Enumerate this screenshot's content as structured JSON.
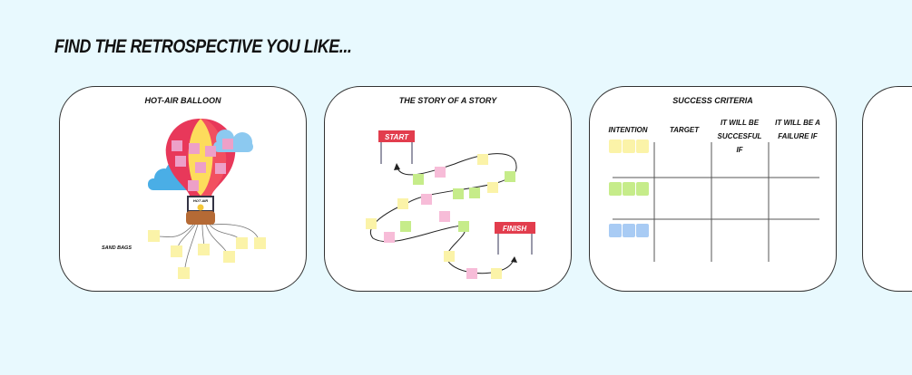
{
  "heading": "FIND THE RETROSPECTIVE YOU LIKE...",
  "cards": [
    {
      "title": "HOT-AIR BALLOON",
      "labels": {
        "basket": "HOT AIR",
        "bags": "SAND BAGS"
      }
    },
    {
      "title": "THE STORY OF A STORY",
      "labels": {
        "start": "START",
        "finish": "FINISH"
      }
    },
    {
      "title": "SUCCESS CRITERIA",
      "columns": [
        "INTENTION",
        "TARGET",
        "IT WILL BE SUCCESFUL IF",
        "IT WILL BE A FAILURE IF"
      ]
    }
  ],
  "colors": {
    "background": "#e8f9fe",
    "pink": "#f4a8cc",
    "yellow": "#fbf3a8",
    "green": "#c6ec8a",
    "blue": "#a8cbf4"
  }
}
